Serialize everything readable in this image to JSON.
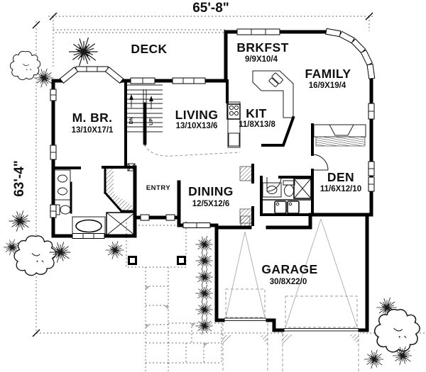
{
  "plan": {
    "width_label": "65'-8\"",
    "depth_label": "63'-4\"",
    "rooms": {
      "deck": {
        "name": "DECK",
        "dims": ""
      },
      "brkfst": {
        "name": "BRKFST",
        "dims": "9/9X10/4"
      },
      "family": {
        "name": "FAMILY",
        "dims": "16/9X19/4"
      },
      "mbr": {
        "name": "M. BR.",
        "dims": "13/10X17/1"
      },
      "living": {
        "name": "LIVING",
        "dims": "13/10X13/6"
      },
      "kit": {
        "name": "KIT",
        "dims": "11/8X13/8"
      },
      "den": {
        "name": "DEN",
        "dims": "11/6X12/10"
      },
      "entry": {
        "name": "ENTRY",
        "dims": ""
      },
      "dining": {
        "name": "DINING",
        "dims": "12/5X12/6"
      },
      "garage": {
        "name": "GARAGE",
        "dims": "30/8X22/0"
      }
    },
    "stairs": {
      "down_label": "DN",
      "up_label": "UP"
    }
  },
  "colors": {
    "walls": "#000000",
    "annotation": "#111111",
    "site_lines": "#999999",
    "background": "#ffffff"
  }
}
